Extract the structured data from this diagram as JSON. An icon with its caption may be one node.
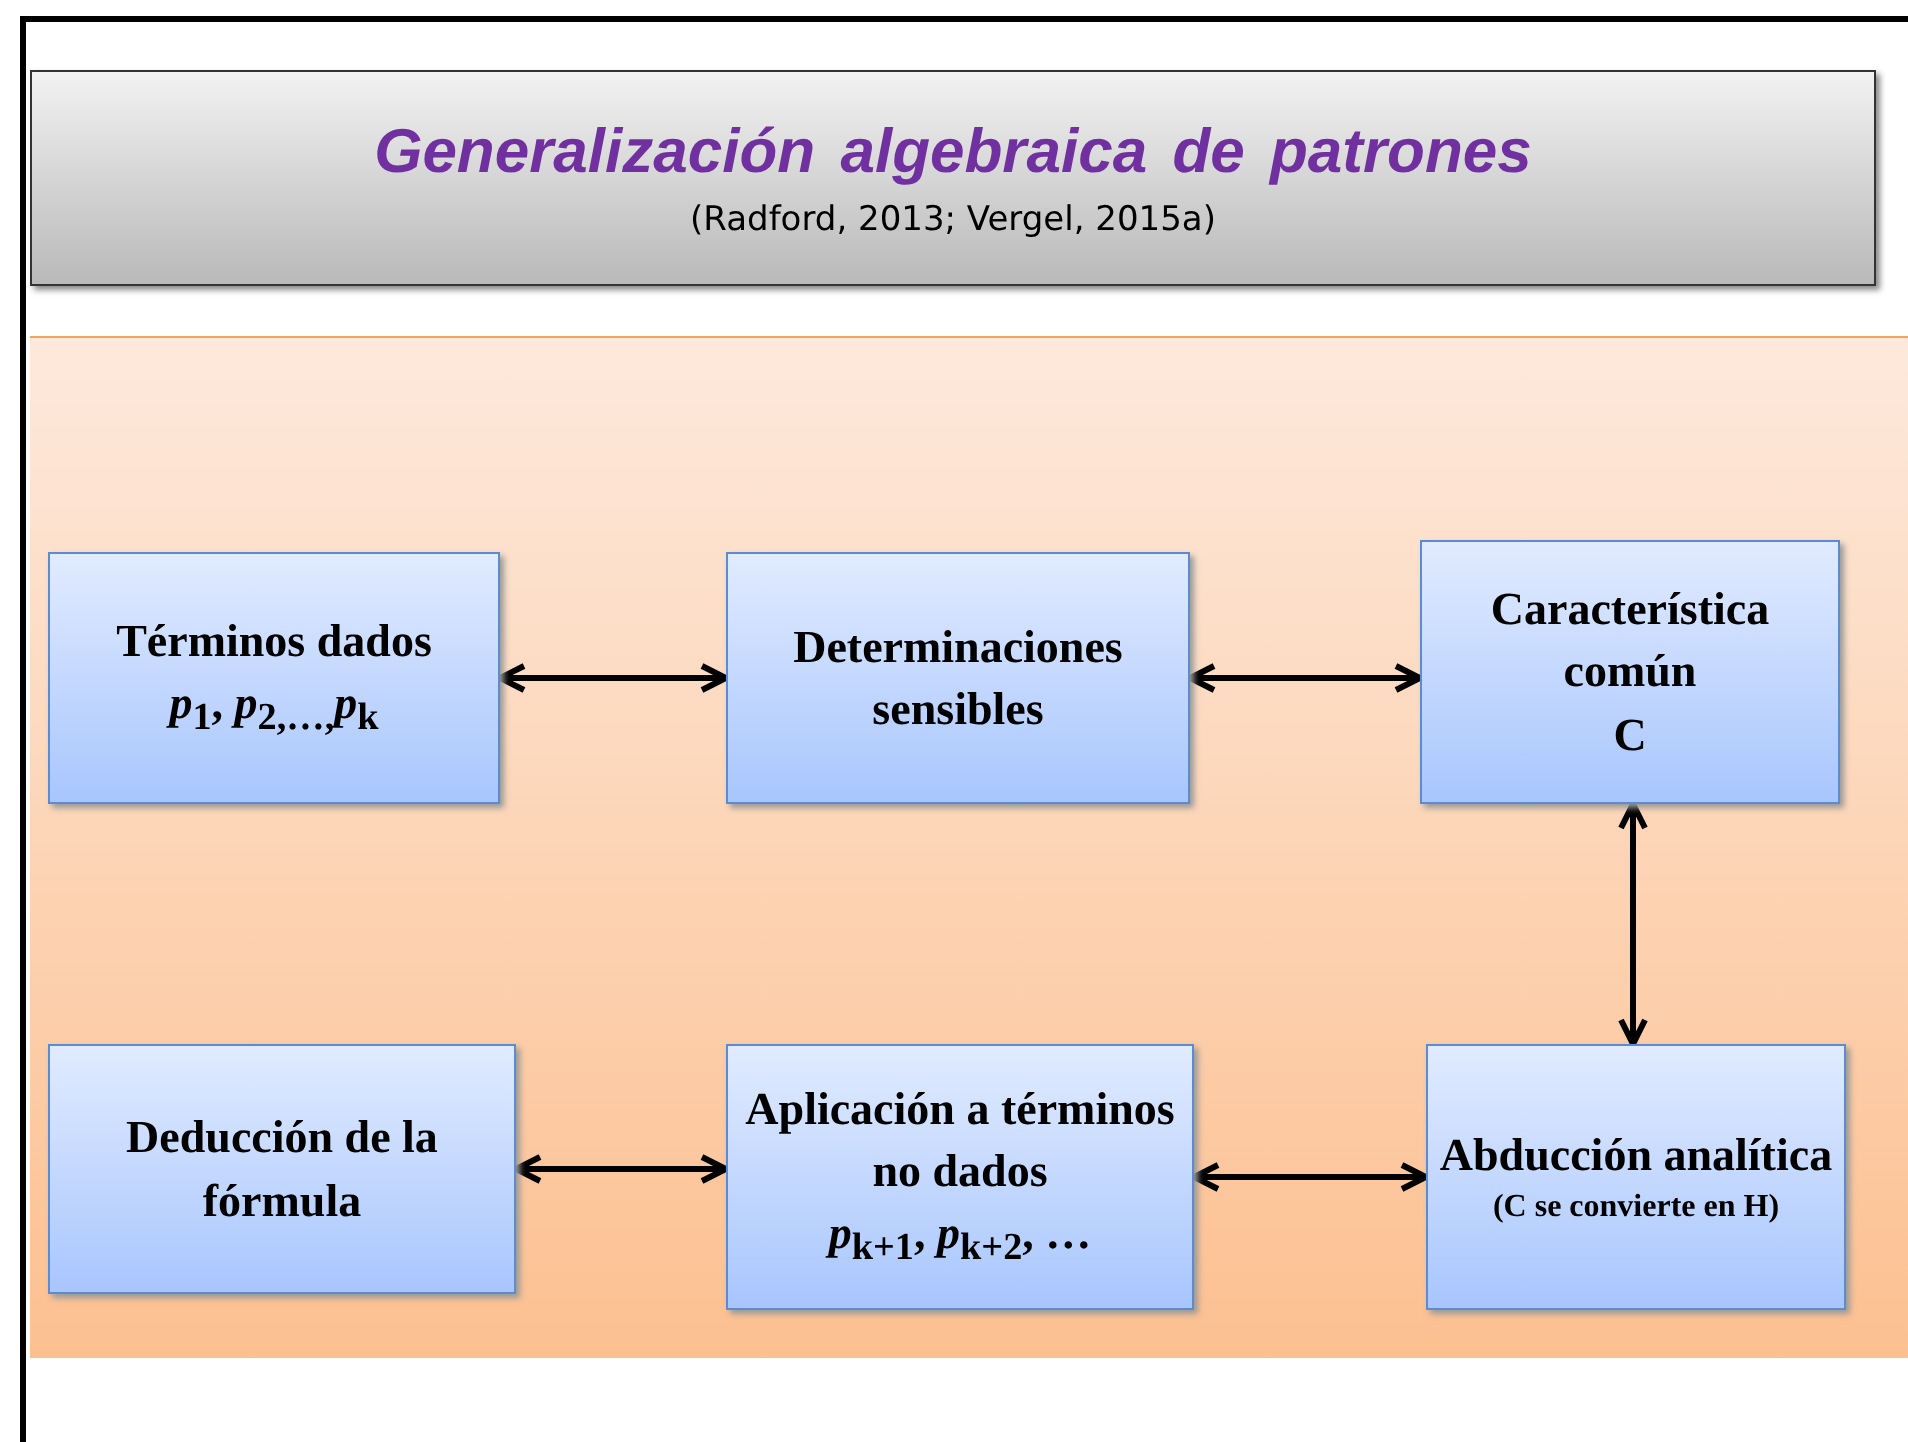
{
  "diagram": {
    "title": "Generalización algebraica de patrones",
    "nodes": [
      {
        "text": [
          "Términos dados",
          "*p*$_{1}$, *p*$_{2,…,}$*p*$_{k}$"
        ]
      },
      {
        "text": [
          "Determinaciones sensibles"
        ]
      },
      {
        "text": [
          "Característica común",
          "C"
        ]
      },
      {
        "text": [
          "Deducción de la fórmula"
        ]
      },
      {
        "text": [
          "Aplicación a términos no dados",
          "*p*$_{k+1}$, *p*$_{k+2}$, …"
        ]
      },
      {
        "text": [
          "Abducción analítica",
          "(C se convierte en H)"
        ]
      }
    ],
    "edges": [
      {
        "from": 0,
        "to": 1,
        "arrow": "both"
      },
      {
        "from": 1,
        "to": 2,
        "arrow": "both"
      },
      {
        "from": 2,
        "to": 5,
        "arrow": "both"
      },
      {
        "from": 3,
        "to": 4,
        "arrow": "both"
      },
      {
        "from": 4,
        "to": 5,
        "arrow": "both"
      }
    ],
    "labels": [
      "(Radford, 2013; Vergel, 2015a)"
    ]
  }
}
